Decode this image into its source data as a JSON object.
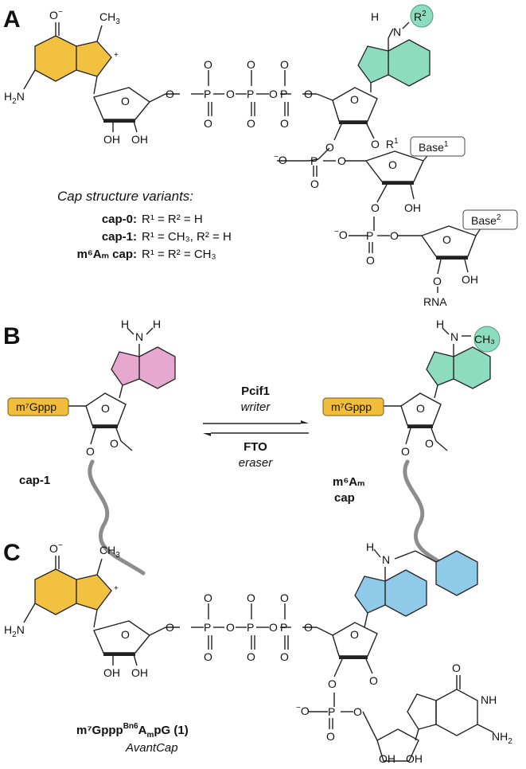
{
  "colors": {
    "guanine": "#f2c13f",
    "adenosine_a": "#8ddcc0",
    "adenosine_b_left": "#e7a8d0",
    "adenosine_b_right": "#8ddcc0",
    "benzyl_adenosine": "#8fcbe8",
    "methyl_circle": "#8ddcc0"
  },
  "panels": {
    "a": {
      "label": "A"
    },
    "b": {
      "label": "B"
    },
    "c": {
      "label": "C"
    }
  },
  "atoms": {
    "o_minus": "O",
    "ch3": "CH",
    "h2n": "H",
    "n": "N",
    "o": "O",
    "p": "P",
    "h": "H",
    "oh": "OH",
    "r": "R",
    "rna": "RNA",
    "minus": "−",
    "plus": "+"
  },
  "panel_a": {
    "variants_title": "Cap structure variants:",
    "variants": [
      {
        "name": "cap-0:",
        "formula": "R¹ = R² = H"
      },
      {
        "name": "cap-1:",
        "formula": "R¹ = CH₃, R² = H"
      },
      {
        "name": "m⁶Aₘ cap:",
        "formula": "R¹ = R² = CH₃"
      }
    ],
    "base1": "Base",
    "base1_sup": "1",
    "base2": "Base",
    "base2_sup": "2",
    "r1_sup": "1",
    "r2_sup": "2"
  },
  "panel_b": {
    "cap_box": "m⁷Gppp",
    "left_name": "cap-1",
    "right_name_line1": "m⁶Aₘ",
    "right_name_line2": "cap",
    "writer_name": "Pcif1",
    "writer_role": "writer",
    "eraser_name": "FTO",
    "eraser_role": "eraser",
    "methyl": "CH₃"
  },
  "panel_c": {
    "compound_name": "m⁷Gppp",
    "compound_sup": "Bn6",
    "compound_mid": "A",
    "compound_sub": "m",
    "compound_end": "pG (",
    "compound_num": "1",
    "compound_close": ")",
    "compound_alias": "AvantCap"
  }
}
